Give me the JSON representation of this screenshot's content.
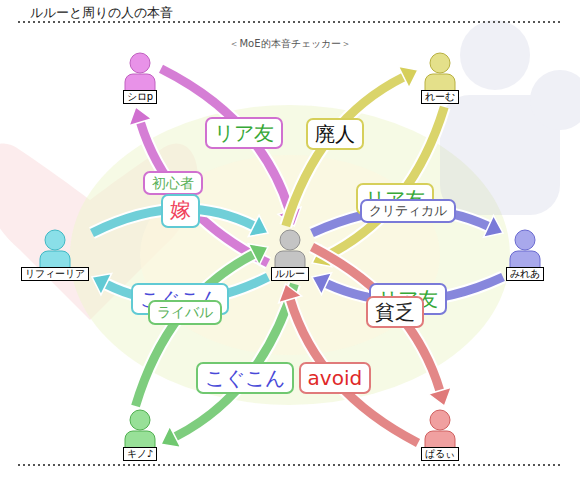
{
  "diagram": {
    "title": "ルルーと周りの人の本音",
    "nodes": [
      {
        "text": [
          "シロp"
        ]
      },
      {
        "text": [
          "れーむ"
        ]
      },
      {
        "text": [
          "リフィーリア"
        ]
      },
      {
        "text": [
          "ルルー"
        ]
      },
      {
        "text": [
          "みれあ"
        ]
      },
      {
        "text": [
          "キノ♪"
        ]
      },
      {
        "text": [
          "ぱるぃ"
        ]
      }
    ],
    "edges": [
      {
        "from": 3,
        "to": 0,
        "arrow": "to",
        "label": "初心者"
      },
      {
        "from": 0,
        "to": 3,
        "arrow": "to",
        "label": "リア友"
      },
      {
        "from": 3,
        "to": 1,
        "arrow": "to",
        "label": "廃人"
      },
      {
        "from": 1,
        "to": 3,
        "arrow": "to",
        "label": "リア友"
      },
      {
        "from": 3,
        "to": 4,
        "arrow": "to",
        "label": "クリティカル"
      },
      {
        "from": 4,
        "to": 3,
        "arrow": "to",
        "label": "リア友"
      },
      {
        "from": 2,
        "to": 3,
        "arrow": "to",
        "label": "嫁"
      },
      {
        "from": 3,
        "to": 2,
        "arrow": "to",
        "label": "こぐこん"
      },
      {
        "from": 5,
        "to": 3,
        "arrow": "to",
        "label": "ライバル"
      },
      {
        "from": 3,
        "to": 5,
        "arrow": "to",
        "label": "こぐこん"
      },
      {
        "from": 3,
        "to": 6,
        "arrow": "to",
        "label": "貧乏"
      },
      {
        "from": 6,
        "to": 3,
        "arrow": "to",
        "label": "avoid"
      }
    ],
    "labels": [
      "＜MoE的本音チェッカー＞"
    ]
  }
}
